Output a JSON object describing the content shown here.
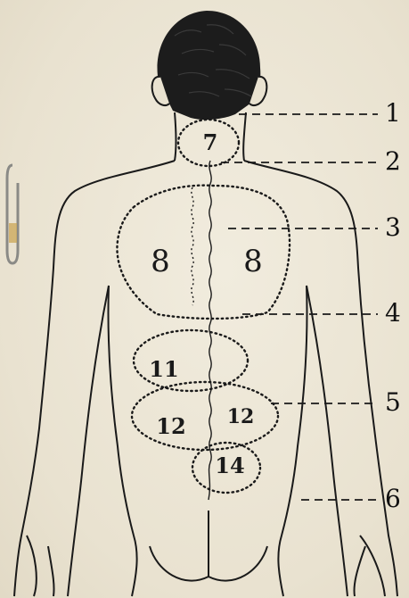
{
  "figure": {
    "zones": [
      {
        "id": "z7",
        "label": "7"
      },
      {
        "id": "z8-left",
        "label": "8"
      },
      {
        "id": "z8-right",
        "label": "8"
      },
      {
        "id": "z11",
        "label": "11"
      },
      {
        "id": "z12-left",
        "label": "12"
      },
      {
        "id": "z12-right",
        "label": "12"
      },
      {
        "id": "z14",
        "label": "14"
      }
    ],
    "callouts": [
      "1",
      "2",
      "3",
      "4",
      "5",
      "6"
    ]
  },
  "colors": {
    "ink": "#1a1a1a",
    "paper": "#ece6d6"
  },
  "icons": [
    "staple-icon",
    "hair-icon"
  ]
}
